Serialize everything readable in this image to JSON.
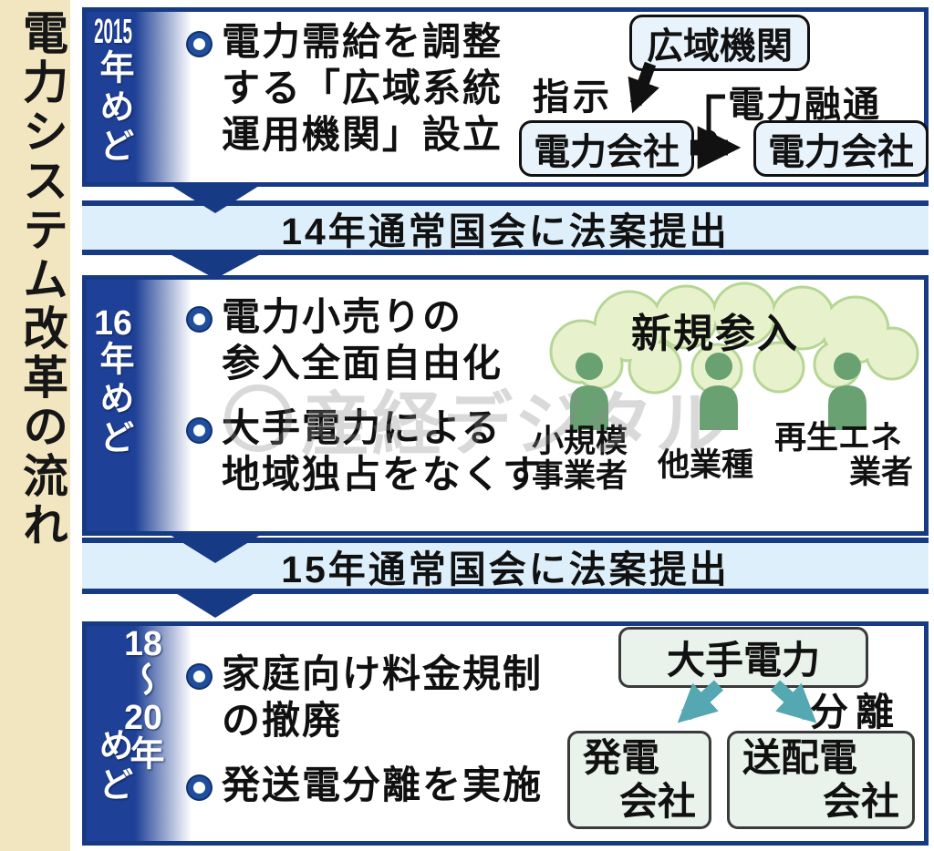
{
  "title": "電力システム改革の流れ",
  "watermark": "産経デジタル",
  "colors": {
    "navy": "#173a85",
    "year_blue": "#1e4096",
    "banner_blue": "#ddeffb",
    "box_blue": "#e9f3fb",
    "cloud_green": "#e7f2cd",
    "cloud_border": "#b6d695",
    "person_green": "#6aa173",
    "mint": "#e9f2eb",
    "teal": "#55a8b2",
    "cream": "#f1e6bf"
  },
  "phase1": {
    "year": {
      "num": "2015",
      "suffix": "年めど"
    },
    "bullet1": "電力需給を調整\nする「広域系統\n運用機関」設立",
    "diagram": {
      "top_box": "広域機関",
      "instruct_label": "指示",
      "left_box": "電力会社",
      "right_box": "電力会社",
      "flow_label": "電力融通"
    }
  },
  "banner1": {
    "label": "14年通常国会に法案提出"
  },
  "phase2": {
    "year": {
      "num": "16",
      "suffix": "年めど"
    },
    "bullet1": "電力小売りの\n参入全面自由化",
    "bullet2": "大手電力による\n地域独占をなくす",
    "diagram": {
      "cloud_label": "新規参入",
      "entrants": [
        {
          "lines": [
            "小規模",
            "事業者"
          ]
        },
        {
          "lines": [
            "他業種"
          ]
        },
        {
          "lines": [
            "再生エネ",
            "業者"
          ]
        }
      ]
    }
  },
  "banner2": {
    "label": "15年通常国会に法案提出"
  },
  "phase3": {
    "year": {
      "col1_num1": "18",
      "col1_tilde": "～",
      "col1_num2": "20",
      "col1_suffix": "年",
      "col2": "めど"
    },
    "bullet1": "家庭向け料金規制\nの撤廃",
    "bullet2": "発送電分離を実施",
    "diagram": {
      "top_box": "大手電力",
      "split_label": "分離",
      "left_box_lines": [
        "発電",
        "会社"
      ],
      "right_box_lines": [
        "送配電",
        "会社"
      ]
    }
  }
}
